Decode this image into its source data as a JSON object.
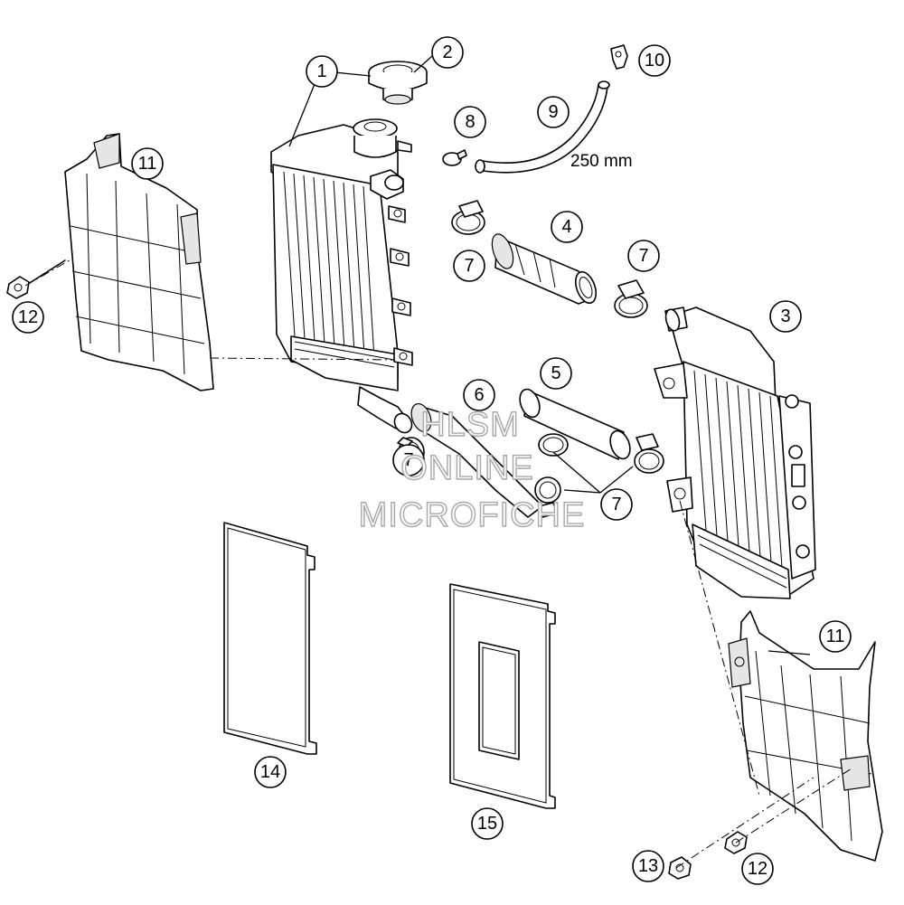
{
  "diagram": {
    "dimension_label": "250 mm",
    "watermark": {
      "line1": "HLSM",
      "line2": "ONLINE",
      "line3": "MICROFICHE"
    },
    "callouts": [
      "1",
      "2",
      "3",
      "4",
      "5",
      "6",
      "7",
      "8",
      "9",
      "10",
      "11",
      "12",
      "13",
      "14",
      "15"
    ]
  }
}
